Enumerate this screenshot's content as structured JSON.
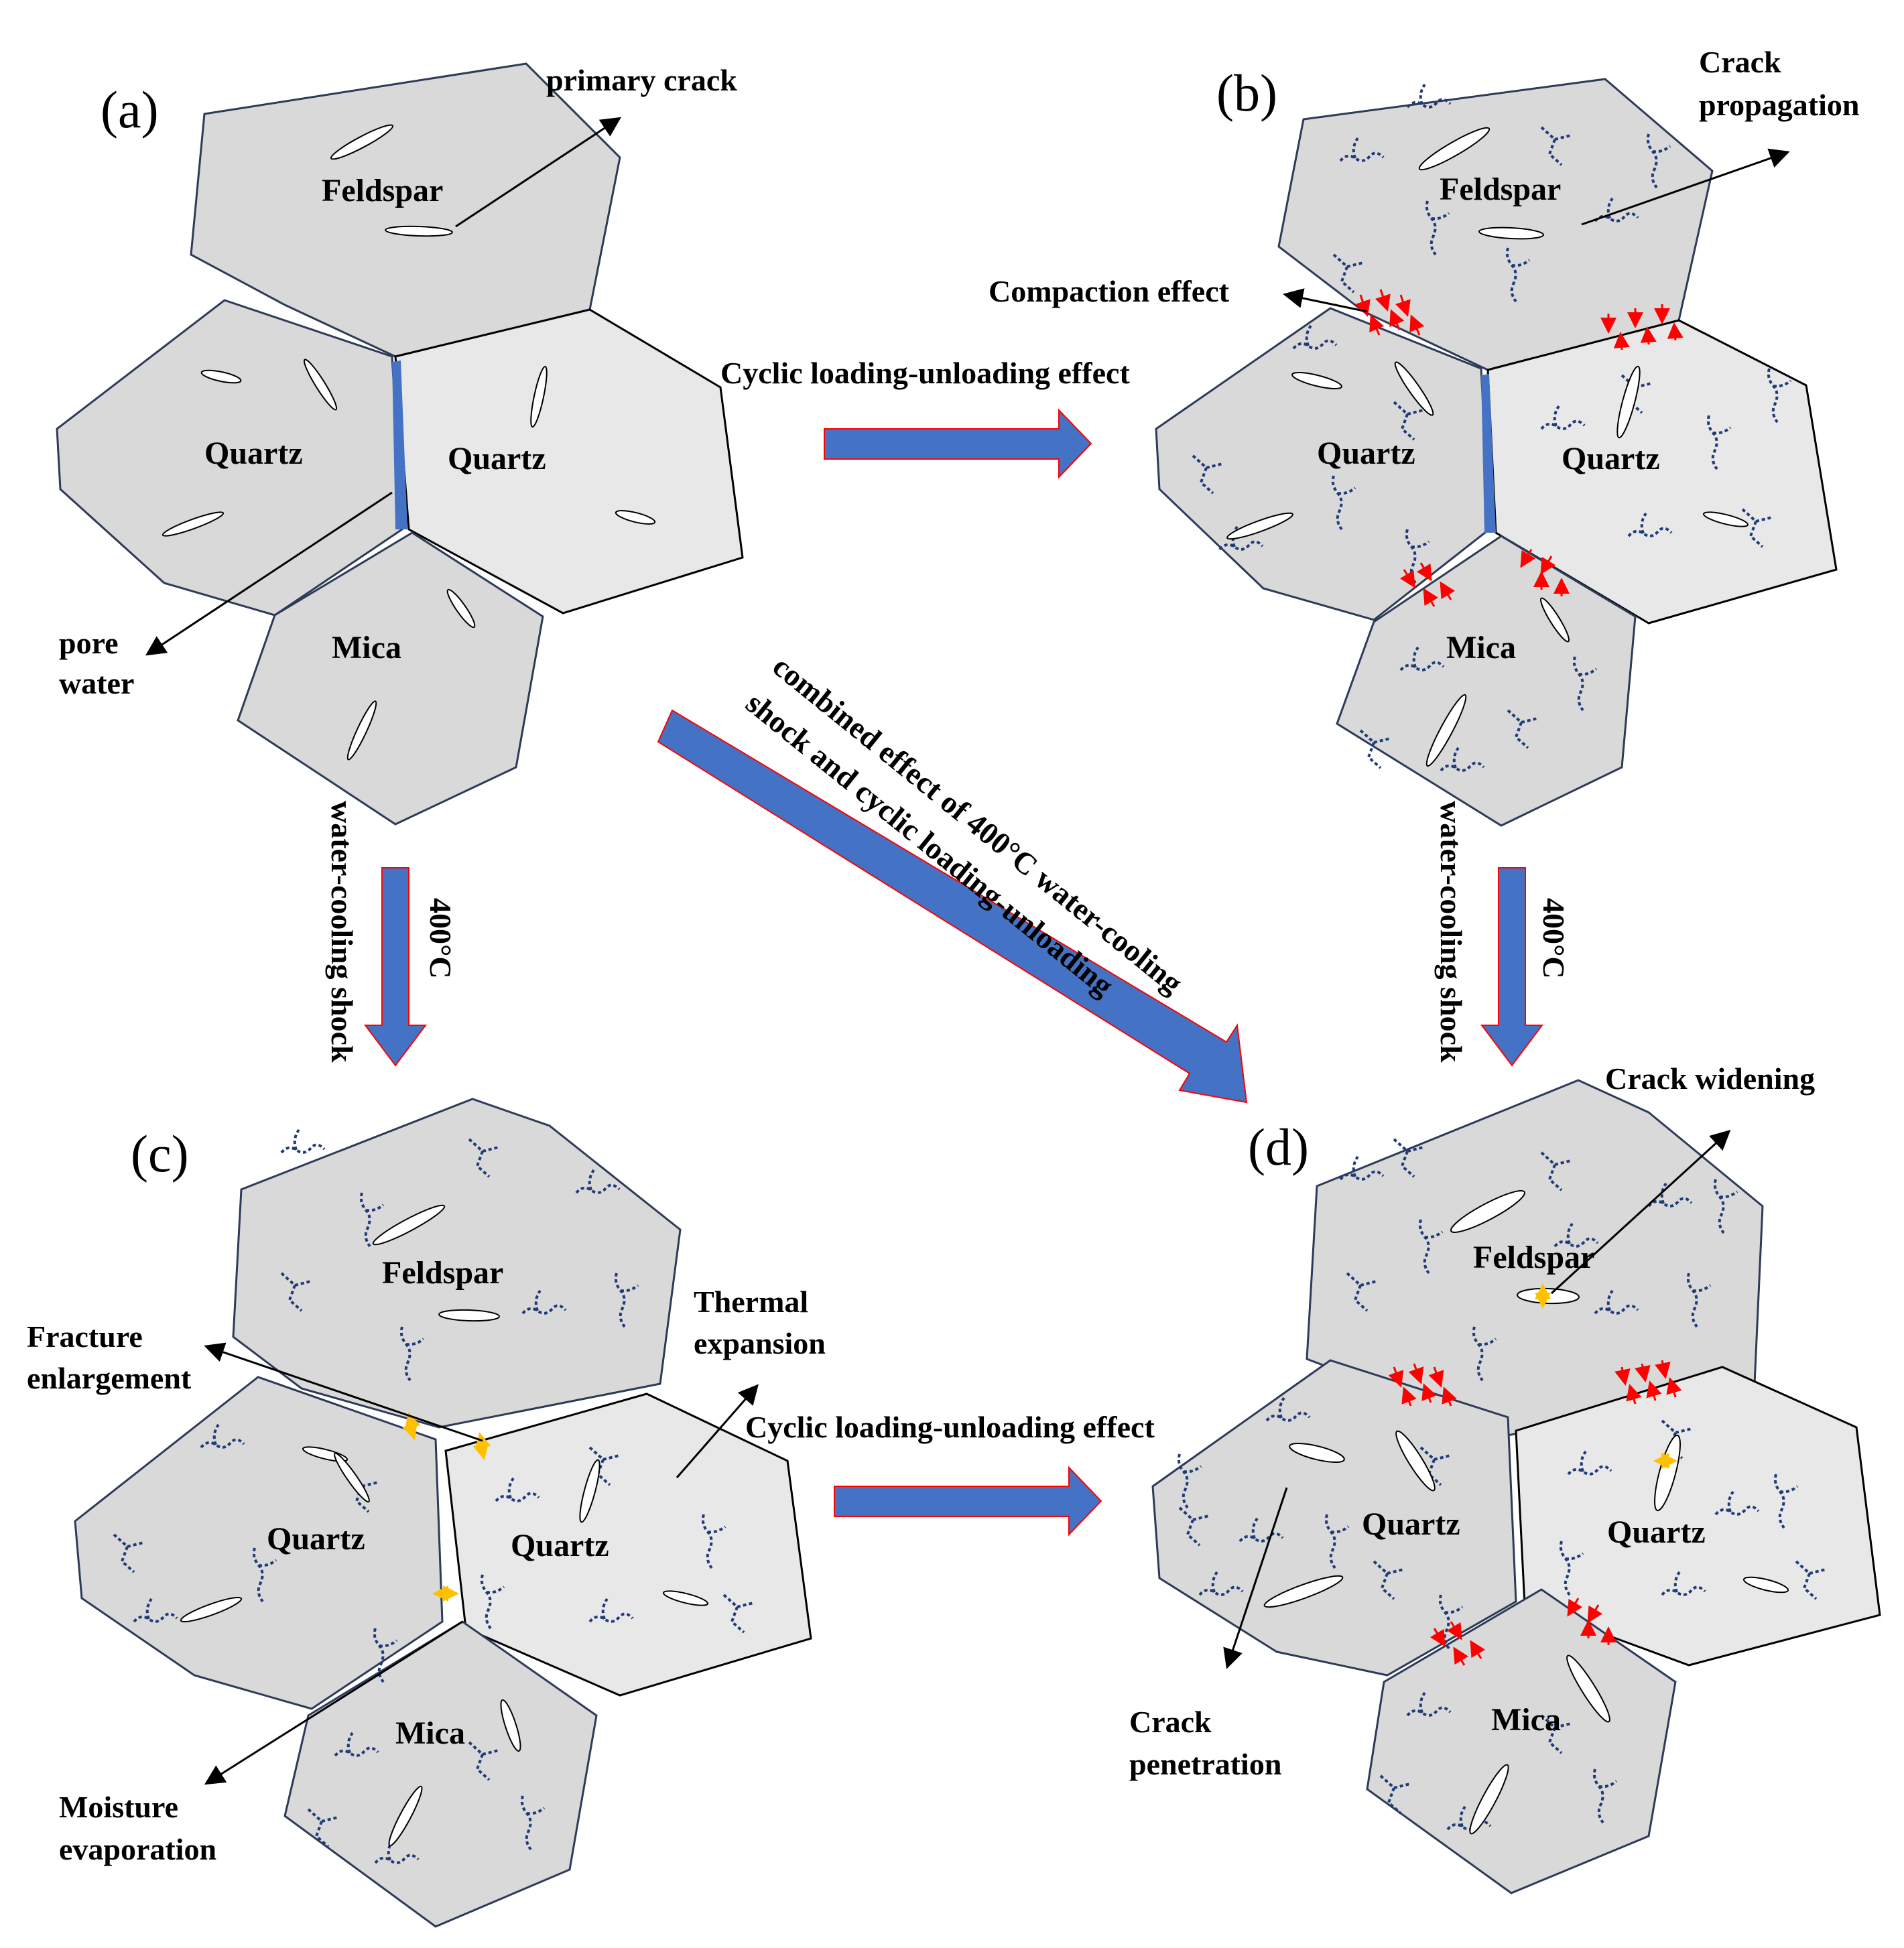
{
  "colors": {
    "grain_dark": "#d9d9d9",
    "grain_light": "#e8e8e8",
    "grain_stroke": "#2e3b58",
    "crack_blue": "#1f3b78",
    "arrow_fill": "#4472c4",
    "arrow_outline": "#ff0000",
    "pore_water": "#4472c4",
    "compaction_arrow": "#ff0000",
    "enlarge_arrow": "#ffc000"
  },
  "panels": {
    "a": {
      "label": "(a)"
    },
    "b": {
      "label": "(b)"
    },
    "c": {
      "label": "(c)"
    },
    "d": {
      "label": "(d)"
    }
  },
  "minerals": {
    "feldspar": "Feldspar",
    "quartz": "Quartz",
    "mica": "Mica"
  },
  "annotations": {
    "primary_crack": "primary crack",
    "pore_water_line1": "pore",
    "pore_water_line2": "water",
    "crack_propagation_line1": "Crack",
    "crack_propagation_line2": "propagation",
    "compaction_effect": "Compaction effect",
    "fracture_enlargement_line1": "Fracture",
    "fracture_enlargement_line2": "enlargement",
    "thermal_expansion_line1": "Thermal",
    "thermal_expansion_line2": "expansion",
    "moisture_evaporation_line1": "Moisture",
    "moisture_evaporation_line2": "evaporation",
    "crack_widening": "Crack widening",
    "crack_penetration_line1": "Crack",
    "crack_penetration_line2": "penetration"
  },
  "arrows": {
    "top_horizontal": "Cyclic loading-unloading effect",
    "bottom_horizontal": "Cyclic loading-unloading effect",
    "left_vertical_side": "water-cooling shock",
    "left_vertical_temp": "400°C",
    "right_vertical_side": "water-cooling shock",
    "right_vertical_temp": "400°C",
    "diagonal_line1": "combined effect of 400°C water-cooling",
    "diagonal_line2": "shock and cyclic loading-unloading"
  }
}
